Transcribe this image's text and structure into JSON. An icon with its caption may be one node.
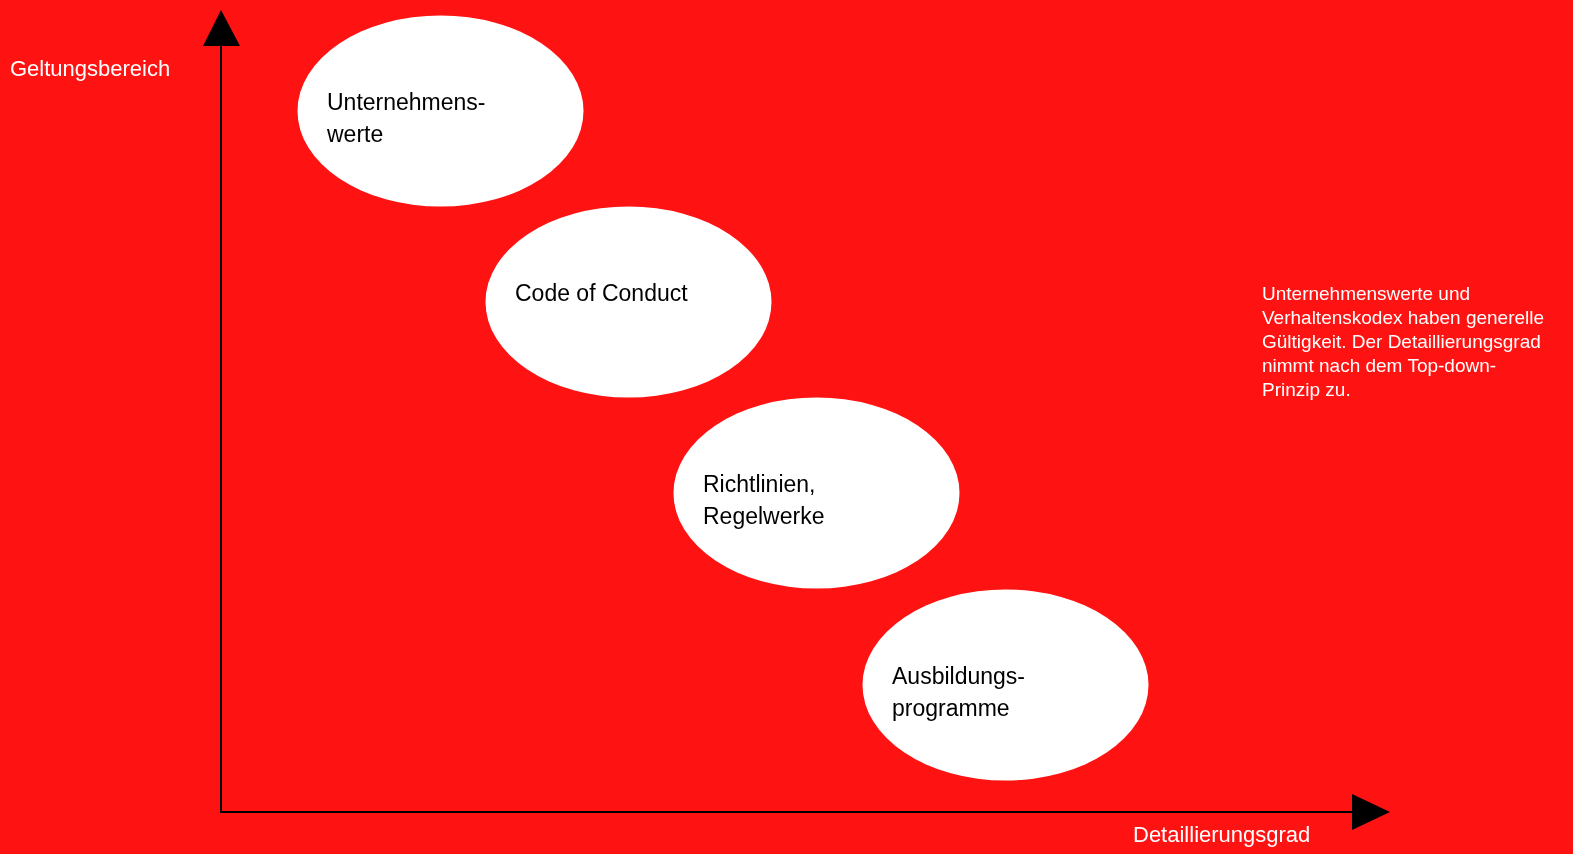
{
  "diagram": {
    "nodes": [
      {
        "text": [
          "Unternehmens- werte"
        ]
      },
      {
        "text": [
          "Code of Conduct"
        ]
      },
      {
        "text": [
          "Richtlinien, Regelwerke"
        ]
      },
      {
        "text": [
          "Ausbildungs- programme"
        ]
      }
    ],
    "labels": [
      "Geltungsbereich",
      "Unternehmenswerte und Verhaltenskodex haben generelle Gültigkeit. Der Detaillierungsgrad nimmt nach dem Top-down-Prinzip zu.",
      "Detaillierungsgrad"
    ]
  }
}
